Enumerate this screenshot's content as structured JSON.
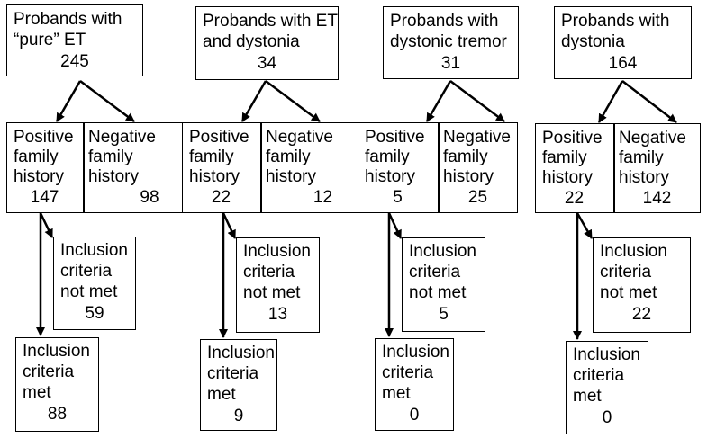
{
  "columns": [
    {
      "top_l1": "Probands with",
      "top_l2": "“pure” ET",
      "top_n": "245",
      "pos_l1": "Positive",
      "pos_l2": "family",
      "pos_l3": "history",
      "pos_n": "147",
      "neg_l1": "Negative",
      "neg_l2": "family",
      "neg_l3": "history",
      "neg_n": "98",
      "notmet_l1": "Inclusion",
      "notmet_l2": "criteria",
      "notmet_l3": "not met",
      "notmet_n": "59",
      "met_l1": "Inclusion",
      "met_l2": "criteria",
      "met_l3": "met",
      "met_n": "88"
    },
    {
      "top_l1": "Probands with ET",
      "top_l2": "and dystonia",
      "top_n": "34",
      "pos_l1": "Positive",
      "pos_l2": "family",
      "pos_l3": "history",
      "pos_n": "22",
      "neg_l1": "Negative",
      "neg_l2": "family",
      "neg_l3": "history",
      "neg_n": "12",
      "notmet_l1": "Inclusion",
      "notmet_l2": "criteria",
      "notmet_l3": "not met",
      "notmet_n": "13",
      "met_l1": "Inclusion",
      "met_l2": "criteria",
      "met_l3": "met",
      "met_n": "9"
    },
    {
      "top_l1": "Probands with",
      "top_l2": "dystonic tremor",
      "top_n": "31",
      "pos_l1": "Positive",
      "pos_l2": "family",
      "pos_l3": "history",
      "pos_n": "5",
      "neg_l1": "Negative",
      "neg_l2": "family",
      "neg_l3": "history",
      "neg_n": "25",
      "notmet_l1": "Inclusion",
      "notmet_l2": "criteria",
      "notmet_l3": "not met",
      "notmet_n": "5",
      "met_l1": "Inclusion",
      "met_l2": "criteria",
      "met_l3": "met",
      "met_n": "0"
    },
    {
      "top_l1": "Probands with",
      "top_l2": "dystonia",
      "top_n": "164",
      "pos_l1": "Positive",
      "pos_l2": "family",
      "pos_l3": "history",
      "pos_n": "22",
      "neg_l1": "Negative",
      "neg_l2": "family",
      "neg_l3": "history",
      "neg_n": "142",
      "notmet_l1": "Inclusion",
      "notmet_l2": "criteria",
      "notmet_l3": "not met",
      "notmet_n": "22",
      "met_l1": "Inclusion",
      "met_l2": "criteria",
      "met_l3": "met",
      "met_n": "0"
    }
  ]
}
